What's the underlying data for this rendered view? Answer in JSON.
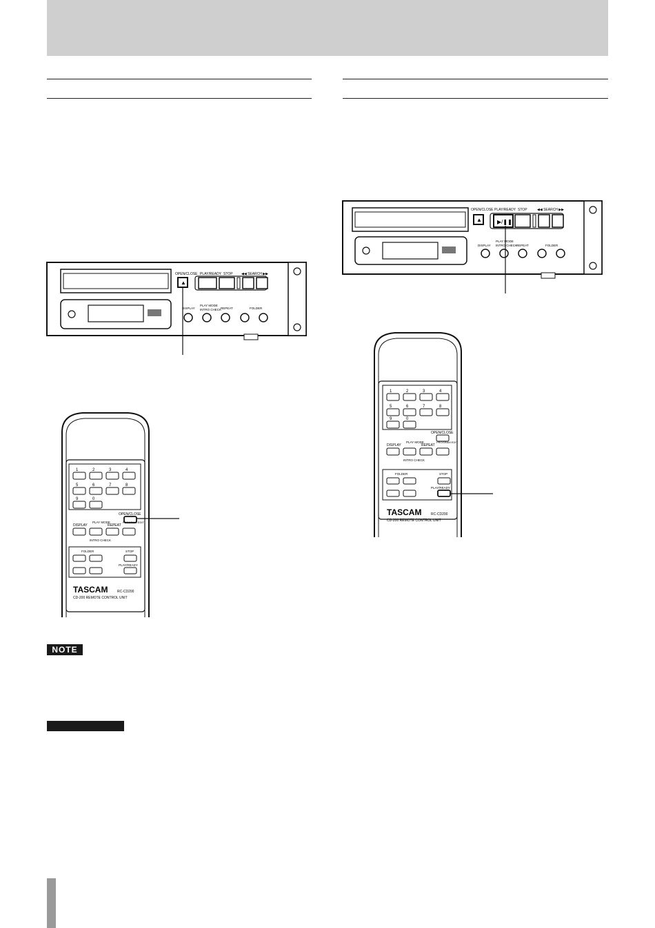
{
  "note": {
    "tag": "NOTE"
  },
  "deck": {
    "open_close": "OPEN/CLOSE",
    "play_ready": "PLAY/READY",
    "stop": "STOP",
    "search": "◀◀  SEARCH  ▶▶",
    "display": "DISPLAY",
    "play_mode": "PLAY MODE",
    "intro_check": "INTRO CHECK",
    "repeat": "REPEAT",
    "folder": "FOLDER"
  },
  "remote": {
    "digits_row1": [
      "1",
      "2",
      "3",
      "4"
    ],
    "digits_row2": [
      "5",
      "6",
      "7",
      "8"
    ],
    "digits_row3": [
      "9",
      "0"
    ],
    "open_close": "OPEN/CLOSE",
    "display": "DISPLAY",
    "play_mode": "PLAY MODE",
    "intro_check": "INTRO CHECK",
    "repeat": "REPEAT",
    "program_edit": "PROGRAM EDIT",
    "folder": "FOLDER",
    "stop": "STOP",
    "play_ready": "PLAY/READY",
    "brand": "TASCAM",
    "model": "RC-CD200",
    "subtitle": "CD-200 REMOTE CONTROL UNIT"
  }
}
